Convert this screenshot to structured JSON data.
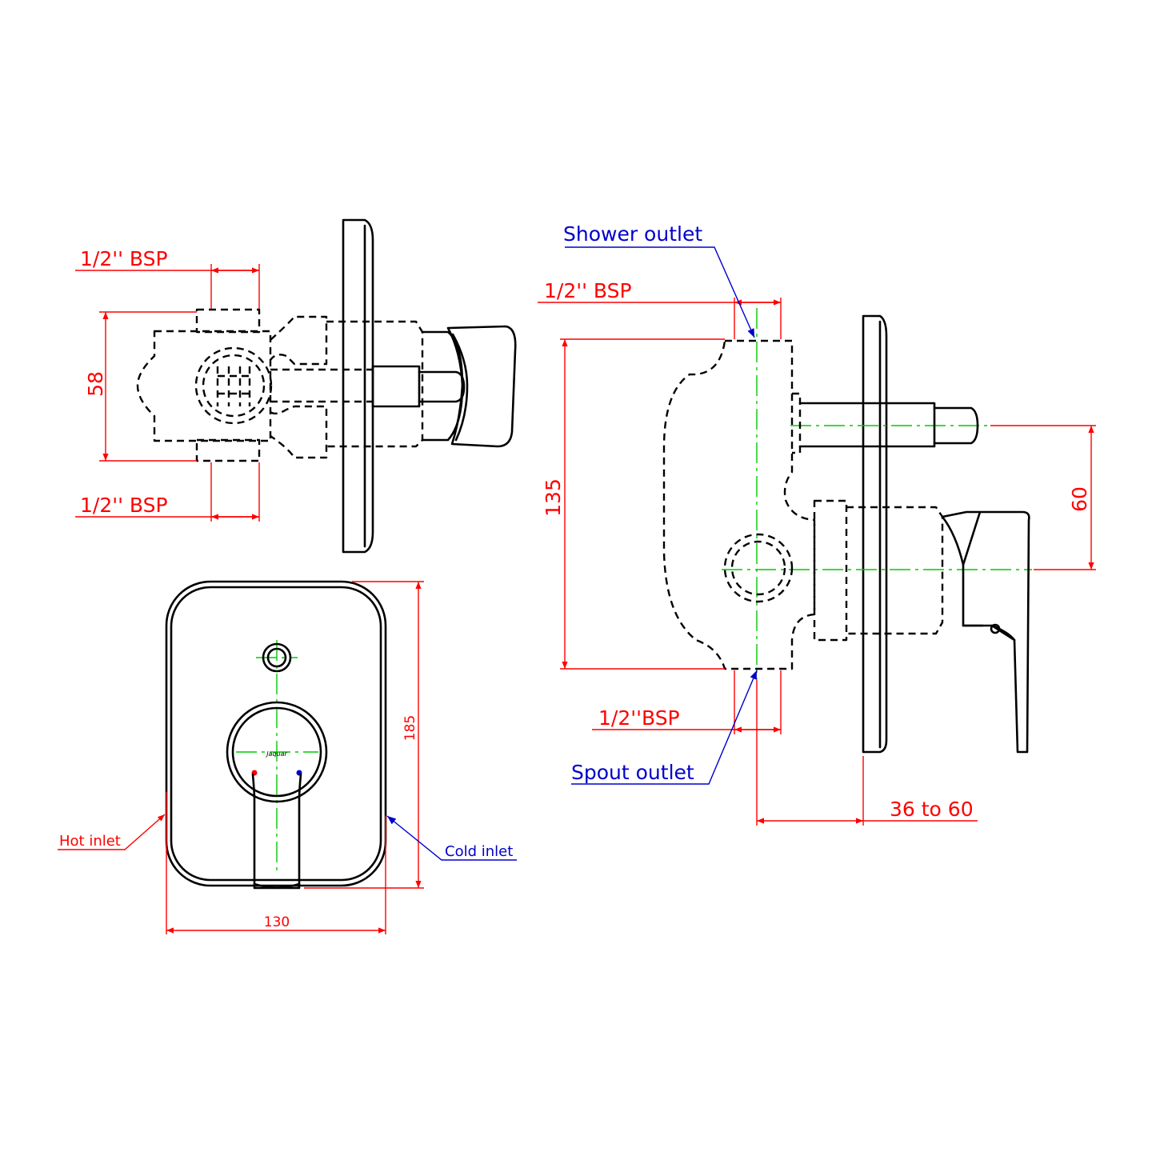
{
  "colors": {
    "outline": "#000000",
    "dimension": "#ff0000",
    "leader": "#0000cc",
    "centerline": "#00cc00",
    "background": "#ffffff"
  },
  "side_view": {
    "top_thread_label": "1/2'' BSP",
    "bottom_thread_label": "1/2'' BSP",
    "height_dim": "58"
  },
  "front_view": {
    "width_dim": "130",
    "height_dim": "185",
    "hot_inlet_label": "Hot inlet",
    "cold_inlet_label": "Cold inlet"
  },
  "section_view": {
    "shower_outlet_label": "Shower outlet",
    "top_thread_label": "1/2'' BSP",
    "body_height_dim": "135",
    "bottom_thread_label": "1/2''BSP",
    "spout_outlet_label": "Spout outlet",
    "spindle_offset_dim": "60",
    "wall_depth_dim": "36 to 60"
  }
}
